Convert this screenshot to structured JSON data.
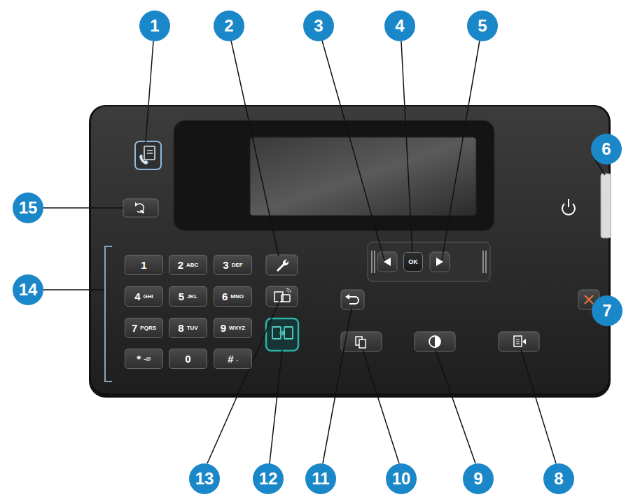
{
  "diagram": {
    "nodes": [
      {
        "text": [
          "1"
        ]
      },
      {
        "text": [
          "2",
          "ABC"
        ]
      },
      {
        "text": [
          "3",
          "DEF"
        ]
      },
      {
        "text": [
          "4",
          "GHI"
        ]
      },
      {
        "text": [
          "5",
          "JKL"
        ]
      },
      {
        "text": [
          "6",
          "MNO"
        ]
      },
      {
        "text": [
          "7",
          "PQRS"
        ]
      },
      {
        "text": [
          "8",
          "TUV"
        ]
      },
      {
        "text": [
          "9",
          "WXYZ"
        ]
      },
      {
        "text": [
          "*",
          "-@"
        ]
      },
      {
        "text": [
          "0"
        ]
      },
      {
        "text": [
          "#",
          ","
        ]
      },
      {
        "text": [
          "OK"
        ]
      }
    ],
    "labels": [
      "1",
      "2",
      "3",
      "4",
      "5",
      "6",
      "7",
      "8",
      "9",
      "10",
      "11",
      "12",
      "13",
      "14",
      "15"
    ]
  }
}
